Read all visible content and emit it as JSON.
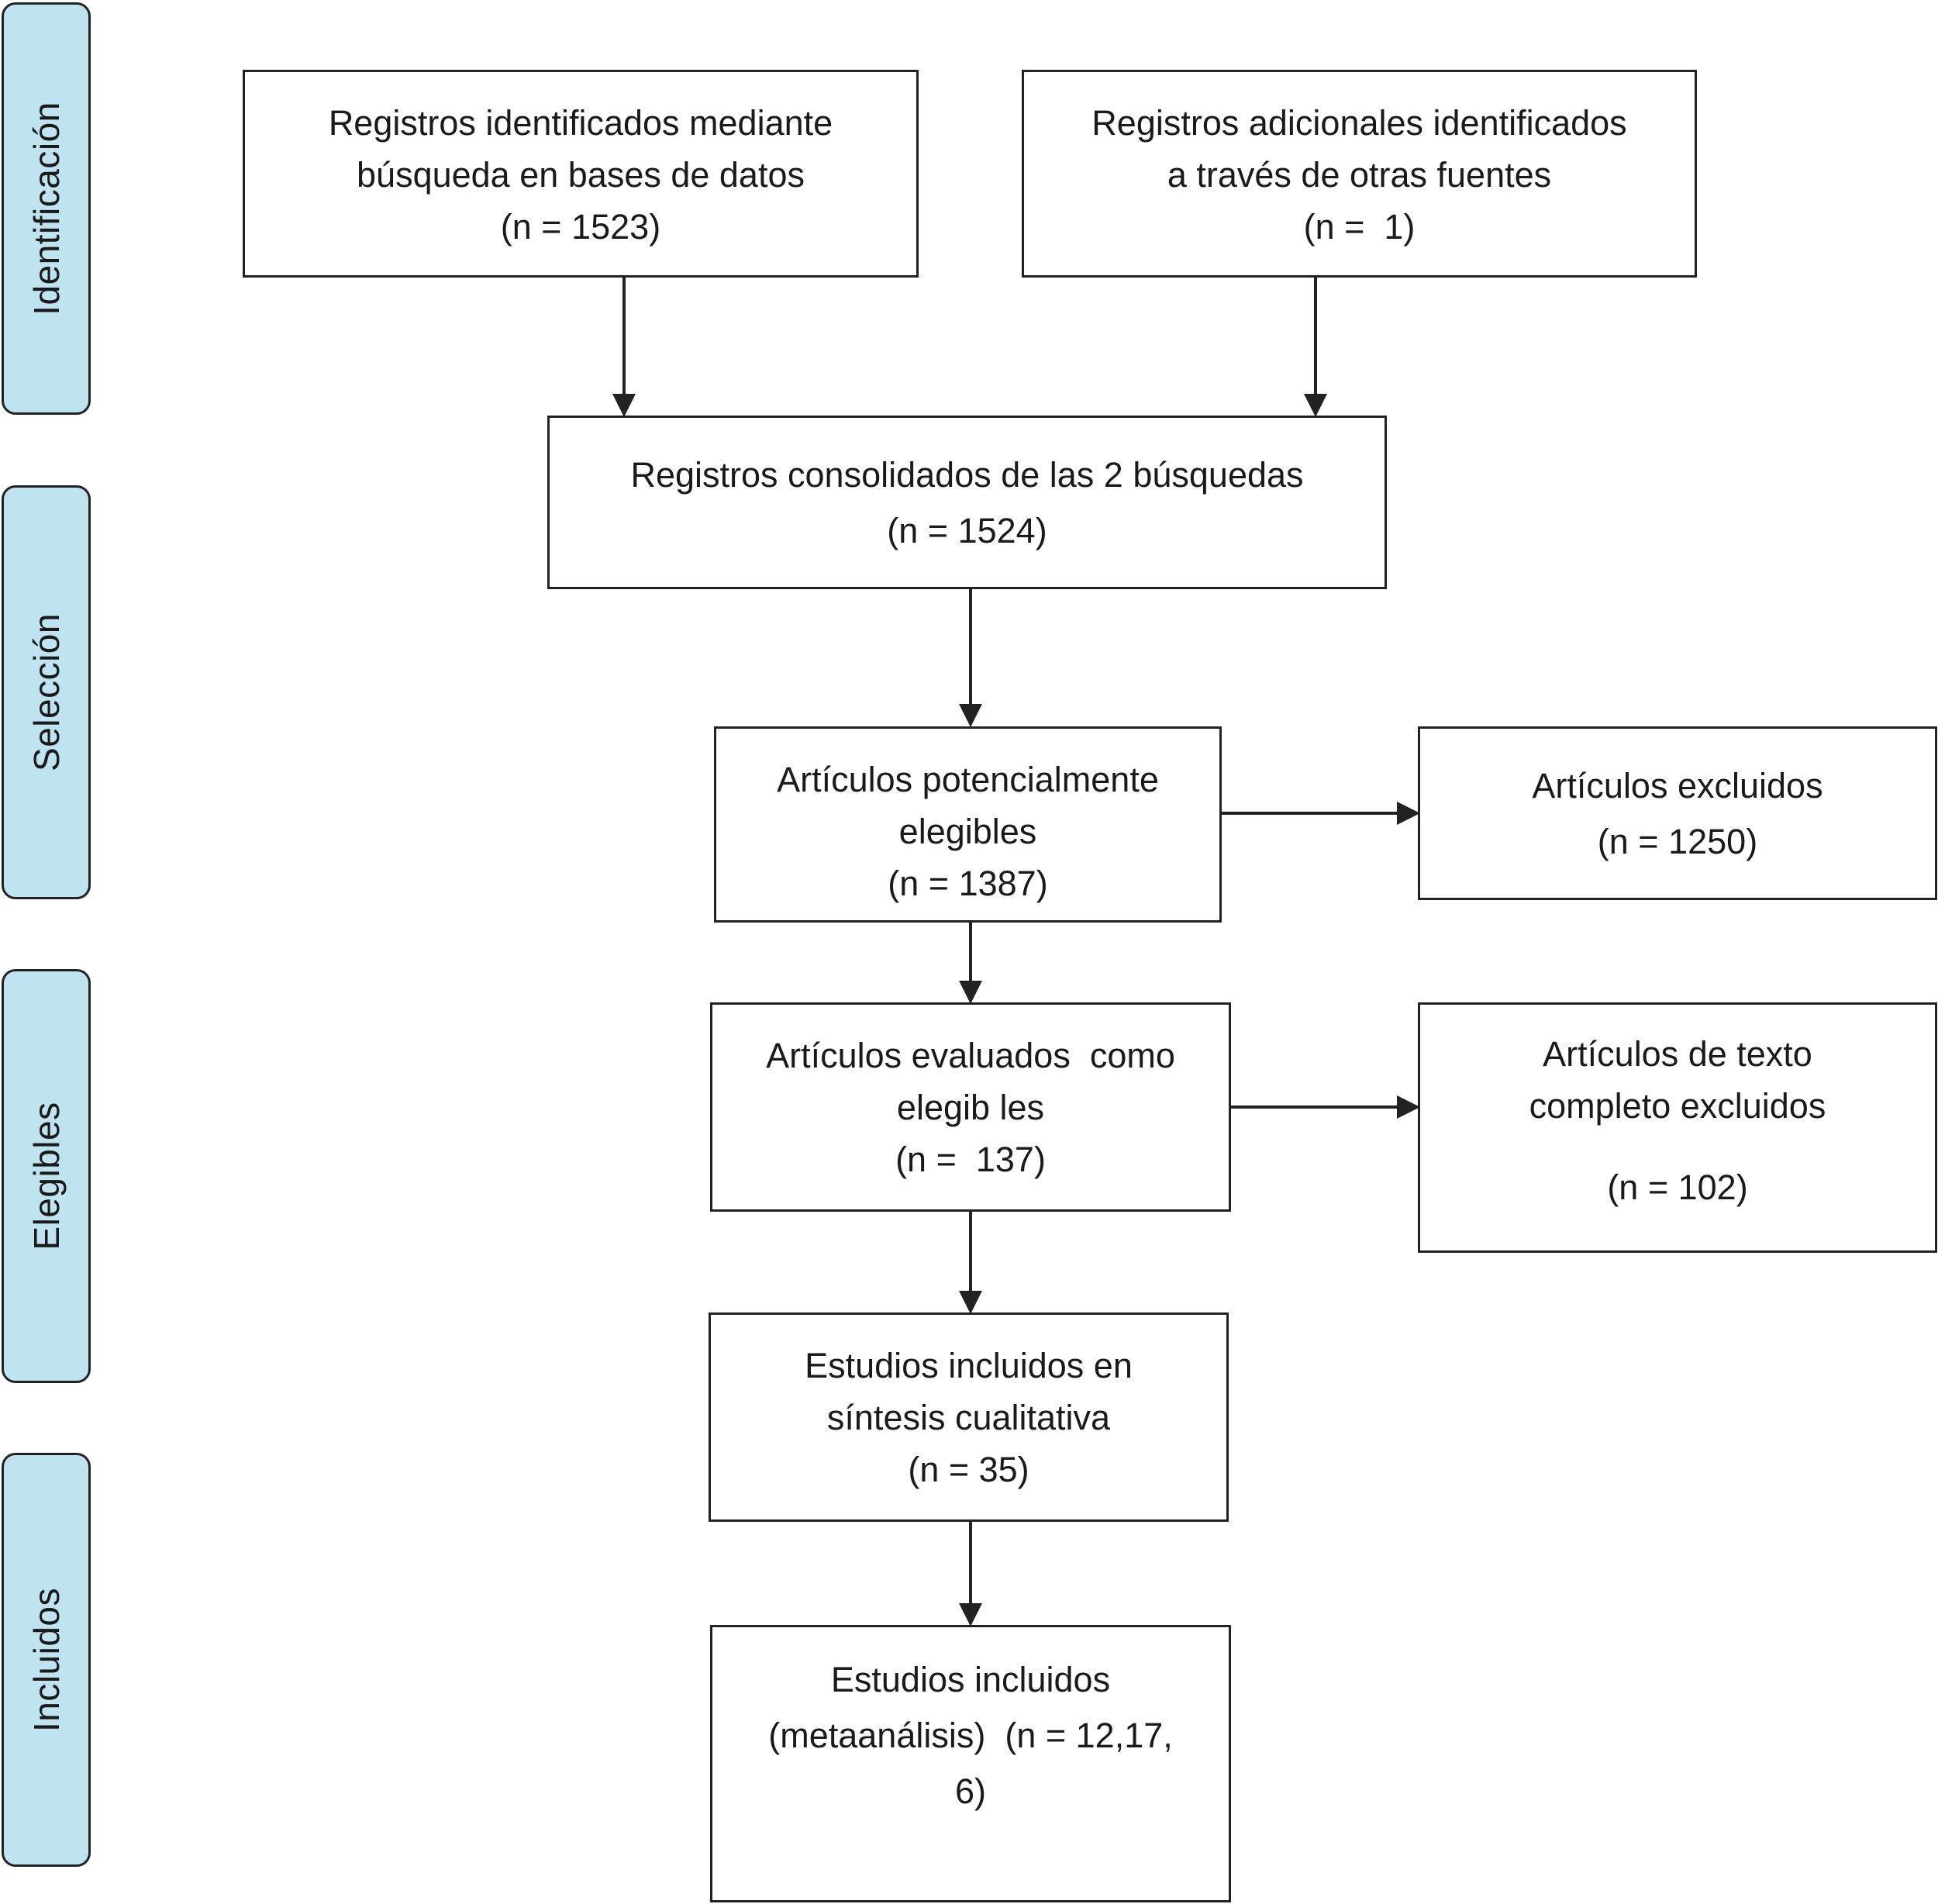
{
  "stages": [
    {
      "id": "identificacion",
      "label": "Identificación"
    },
    {
      "id": "seleccion",
      "label": "Selección"
    },
    {
      "id": "elegibles",
      "label": "Elegibles"
    },
    {
      "id": "incluidos",
      "label": "Incluidos"
    }
  ],
  "boxes": {
    "database_records": {
      "lines": [
        "Registros identificados mediante",
        "búsqueda en bases de datos",
        "(n = 1523)"
      ]
    },
    "other_sources": {
      "lines": [
        "Registros adicionales identificados",
        "a través de otras fuentes",
        "(n =  1)"
      ]
    },
    "consolidated": {
      "lines": [
        "Registros consolidados de las 2 búsquedas",
        "(n = 1524)"
      ]
    },
    "potentially_eligible": {
      "lines": [
        "Artículos potencialmente",
        "elegibles",
        "(n = 1387)"
      ]
    },
    "excluded": {
      "lines": [
        "Artículos excluidos",
        "(n = 1250)"
      ]
    },
    "assessed_eligible": {
      "lines": [
        "Artículos evaluados  como",
        "elegib les",
        "(n =  137)"
      ]
    },
    "fulltext_excluded": {
      "lines": [
        "Artículos de texto",
        "completo excluidos",
        "(n = 102)"
      ]
    },
    "qualitative_synthesis": {
      "lines": [
        "Estudios incluidos en",
        "síntesis cualitativa",
        "(n = 35)"
      ]
    },
    "meta_analysis": {
      "lines": [
        "Estudios incluidos",
        "(metaanálisis)  (n = 12,17,",
        "6)"
      ]
    }
  },
  "colors": {
    "stage_fill": "#bfe3f1",
    "stroke": "#222222",
    "text": "#1a1a1a"
  }
}
